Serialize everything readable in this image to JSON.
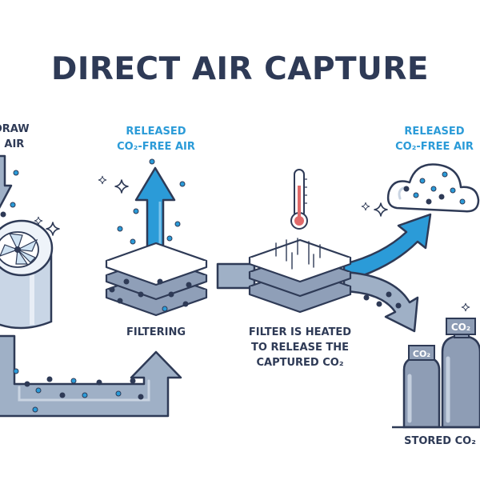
{
  "title": "DIRECT AIR CAPTURE",
  "labels": {
    "draw_air_line1": "DRAW",
    "draw_air_line2": "E AIR",
    "released_1_line1": "RELEASED",
    "released_1_line2": "CO₂-FREE AIR",
    "released_2_line1": "RELEASED",
    "released_2_line2": "CO₂-FREE AIR",
    "filtering": "FILTERING",
    "heated_line1": "FILTER IS HEATED",
    "heated_line2": "TO RELEASE THE",
    "heated_line3": "CAPTURED CO₂",
    "stored": "STORED CO₂",
    "tank_small": "CO₂",
    "tank_large": "CO₂"
  },
  "colors": {
    "outline": "#2e3a56",
    "arrow_gray": "#9fb0c6",
    "arrow_blue": "#2b9bd8",
    "tank": "#8e9db5",
    "dot_blue": "#2b9bd8",
    "dot_dark": "#2e3a56",
    "thermometer_bulb": "#e06a6a"
  },
  "icons": [
    "fan-icon",
    "filter-stack-icon",
    "thermometer-icon",
    "cloud-icon",
    "co2-tank-icon",
    "sparkle-icon"
  ]
}
